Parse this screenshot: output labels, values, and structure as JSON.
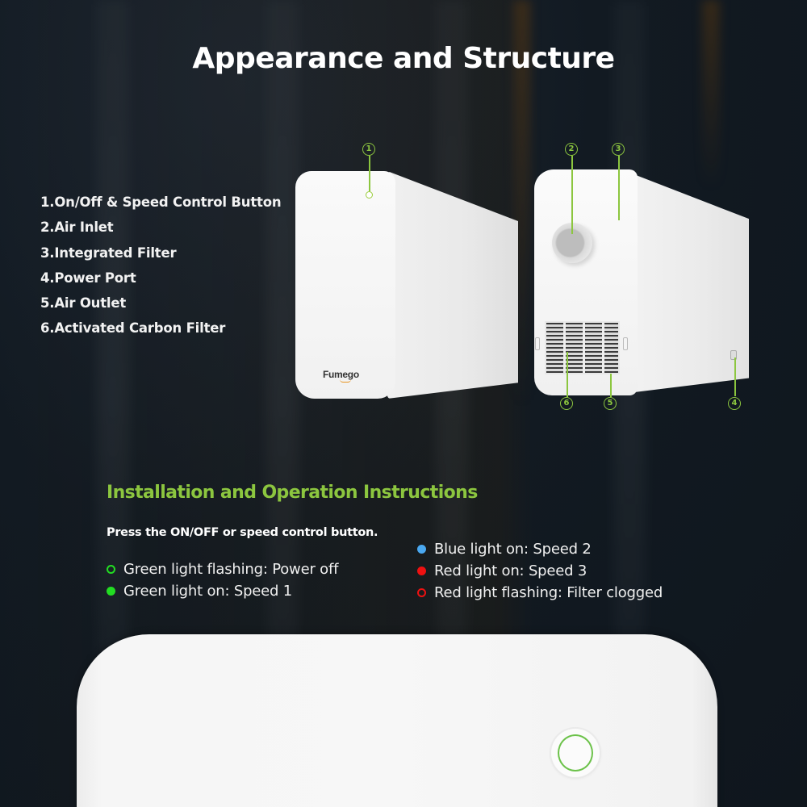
{
  "header": {
    "title": "Appearance and Structure"
  },
  "parts": [
    {
      "number": 1,
      "label": "1.On/Off & Speed Control Button"
    },
    {
      "number": 2,
      "label": "2.Air Inlet"
    },
    {
      "number": 3,
      "label": "3.Integrated Filter"
    },
    {
      "number": 4,
      "label": "4.Power Port"
    },
    {
      "number": 5,
      "label": "5.Air Outlet"
    },
    {
      "number": 6,
      "label": "6.Activated Carbon Filter"
    }
  ],
  "product": {
    "brand": "Fumego"
  },
  "callouts": [
    "1",
    "2",
    "3",
    "4",
    "5",
    "6"
  ],
  "instructions": {
    "title": "Installation and Operation Instructions",
    "subtitle": "Press the ON/OFF or speed control button.",
    "indicators": [
      {
        "label": "Green light flashing: Power off",
        "color": "#22dd22",
        "style": "ring"
      },
      {
        "label": "Green light on: Speed 1",
        "color": "#22dd22",
        "style": "solid"
      },
      {
        "label": "Blue light on: Speed 2",
        "color": "#4aa8f0",
        "style": "solid"
      },
      {
        "label": "Red light on: Speed 3",
        "color": "#ee1111",
        "style": "solid"
      },
      {
        "label": "Red light flashing: Filter clogged",
        "color": "#ee1111",
        "style": "ring"
      }
    ]
  },
  "colors": {
    "accent": "#8cc63f",
    "background": "#131b23",
    "button_ring": "#6cc24a"
  }
}
